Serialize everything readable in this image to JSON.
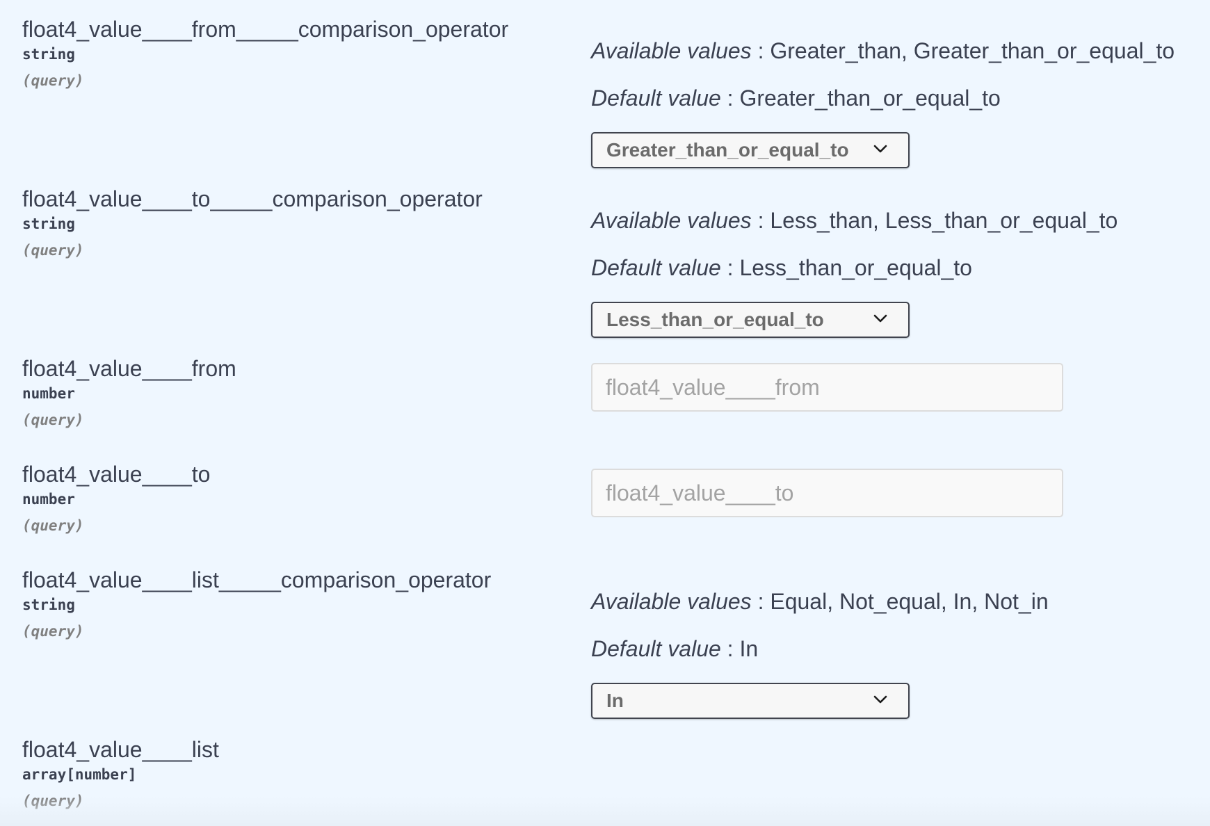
{
  "params": [
    {
      "name": "float4_value____from_____comparison_operator",
      "type": "string",
      "in": "(query)",
      "available_label": "Available values",
      "available": "Greater_than, Greater_than_or_equal_to",
      "default_label": "Default value",
      "default": "Greater_than_or_equal_to",
      "selected": "Greater_than_or_equal_to"
    },
    {
      "name": "float4_value____to_____comparison_operator",
      "type": "string",
      "in": "(query)",
      "available_label": "Available values",
      "available": "Less_than, Less_than_or_equal_to",
      "default_label": "Default value",
      "default": "Less_than_or_equal_to",
      "selected": "Less_than_or_equal_to"
    },
    {
      "name": "float4_value____from",
      "type": "number",
      "in": "(query)",
      "placeholder": "float4_value____from"
    },
    {
      "name": "float4_value____to",
      "type": "number",
      "in": "(query)",
      "placeholder": "float4_value____to"
    },
    {
      "name": "float4_value____list_____comparison_operator",
      "type": "string",
      "in": "(query)",
      "available_label": "Available values",
      "available": "Equal, Not_equal, In, Not_in",
      "default_label": "Default value",
      "default": "In",
      "selected": "In"
    },
    {
      "name": "float4_value____list",
      "type": "array[number]",
      "in": "(query)"
    }
  ],
  "meta_separator": " : ",
  "icons": {
    "select_arrow": "chevron-down-icon"
  }
}
